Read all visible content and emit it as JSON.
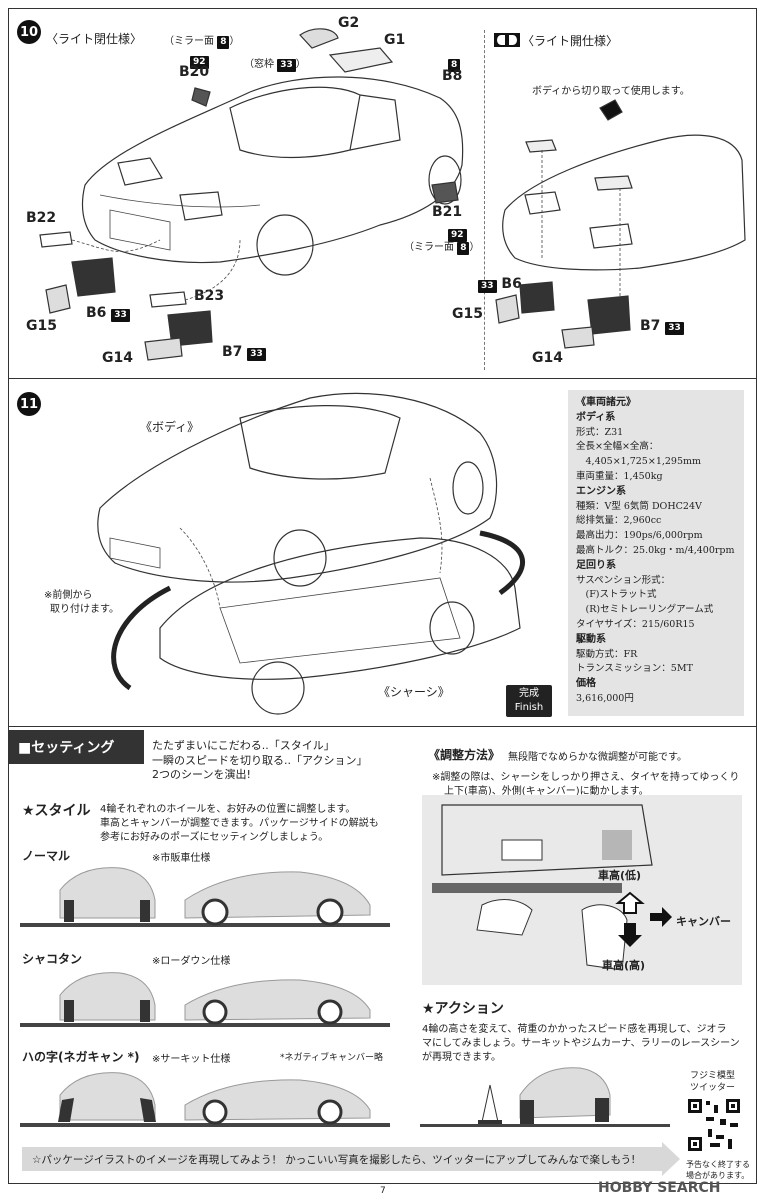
{
  "step10": {
    "number": "10",
    "closed_title": "〈ライト閉仕様〉",
    "open_title": "〈ライト開仕様〉",
    "mirror_note_top": "（ミラー面",
    "mirror_note_bottom": "（ミラー面",
    "mirror_badge": "8",
    "mirror_close": "）",
    "madowaku": "（窓枠",
    "madowaku_badge": "33",
    "cut_note": "ボディから切り取って使用します。",
    "parts": {
      "G2": "G2",
      "G1": "G1",
      "B20": "B20",
      "B20_badge": "92",
      "B8": "B8",
      "B8_badge": "8",
      "B21": "B21",
      "B21_badge": "92",
      "B22": "B22",
      "G15": "G15",
      "B6": "B6",
      "B6_badge": "33",
      "B23": "B23",
      "G14": "G14",
      "B7": "B7",
      "B7_badge": "33"
    }
  },
  "step11": {
    "number": "11",
    "body_label": "《ボディ》",
    "chassis_label": "《シャーシ》",
    "front_note_1": "※前側から",
    "front_note_2": "取り付けます。",
    "finish_jp": "完成",
    "finish_en": "Finish"
  },
  "specs": {
    "title": "《車両諸元》",
    "lines": [
      {
        "text": "ボディ系",
        "cat": true
      },
      {
        "text": "形式：Z31",
        "cat": false
      },
      {
        "text": "全長×全幅×全高：",
        "cat": false
      },
      {
        "text": "　4,405×1,725×1,295mm",
        "cat": false
      },
      {
        "text": "車両重量：1,450kg",
        "cat": false
      },
      {
        "text": "エンジン系",
        "cat": true
      },
      {
        "text": "種類：V型 6気筒 DOHC24V",
        "cat": false
      },
      {
        "text": "総排気量：2,960cc",
        "cat": false
      },
      {
        "text": "最高出力：190ps/6,000rpm",
        "cat": false
      },
      {
        "text": "最高トルク：25.0kg・m/4,400rpm",
        "cat": false
      },
      {
        "text": "足回り系",
        "cat": true
      },
      {
        "text": "サスペンション形式：",
        "cat": false
      },
      {
        "text": "　(F)ストラット式",
        "cat": false
      },
      {
        "text": "　(R)セミトレーリングアーム式",
        "cat": false
      },
      {
        "text": "タイヤサイズ：215/60R15",
        "cat": false
      },
      {
        "text": "駆動系",
        "cat": true
      },
      {
        "text": "駆動方式：FR",
        "cat": false
      },
      {
        "text": "トランスミッション：5MT",
        "cat": false
      },
      {
        "text": "価格",
        "cat": true
      },
      {
        "text": "3,616,000円",
        "cat": false
      }
    ]
  },
  "setting": {
    "heading": "■セッティング",
    "intro_1": "たたずまいにこだわる..「スタイル」",
    "intro_2": "一瞬のスピードを切り取る..「アクション」",
    "intro_3": "2つのシーンを演出!",
    "style_title": "★スタイル",
    "style_text_1": "4輪それぞれのホイールを、お好みの位置に調整します。",
    "style_text_2": "車高とキャンバーが調整できます。パッケージサイドの解説も",
    "style_text_3": "参考にお好みのポーズにセッティングしましょう。",
    "normal": "ノーマル",
    "normal_note": "※市販車仕様",
    "shakotan": "シャコタン",
    "shakotan_note": "※ローダウン仕様",
    "hanoji": "ハの字(ネガキャン *)",
    "hanoji_note": "※サーキット仕様",
    "hanoji_footnote": "*ネガティブキャンバー略",
    "adjust_title": "《調整方法》",
    "adjust_text": "無段階でなめらかな微調整が可能です。",
    "adjust_note_1": "※調整の際は、シャーシをしっかり押さえ、タイヤを持ってゆっくり",
    "adjust_note_2": "上下(車高)、外側(キャンバー)に動かします。",
    "height_low": "車高(低)",
    "height_high": "車高(高)",
    "camber": "キャンバー",
    "action_title": "★アクション",
    "action_text_1": "4輪の高さを変えて、荷重のかかったスピード感を再現して、ジオラ",
    "action_text_2": "マにしてみましょう。サーキットやジムカーナ、ラリーのレースシーン",
    "action_text_3": "が再現できます。",
    "twitter_1": "フジミ模型",
    "twitter_2": "ツイッター",
    "notice_1": "予告なく終了する",
    "notice_2": "場合があります。",
    "banner": "☆パッケージイラストのイメージを再現してみよう！ かっこいい写真を撮影したら、ツイッターにアップしてみんなで楽しもう!",
    "page_number": "7"
  },
  "watermark": "HOBBY SEARCH"
}
